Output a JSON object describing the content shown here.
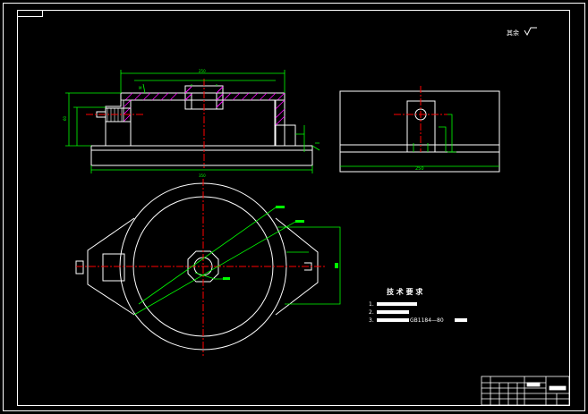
{
  "colors": {
    "background": "#000000",
    "outline": "#ffffff",
    "dimension": "#00ff00",
    "centerline": "#ff0000",
    "hatch": "#ff00ff"
  },
  "roughness_note": "其余",
  "tech_requirements": {
    "title": "技 术 要 求",
    "items": [
      "1.",
      "2.",
      "3.",
      "GB1184—80"
    ]
  },
  "dimensions": {
    "side_width": "250",
    "side_height": "60"
  },
  "title_block": {
    "label": "",
    "code": ""
  }
}
